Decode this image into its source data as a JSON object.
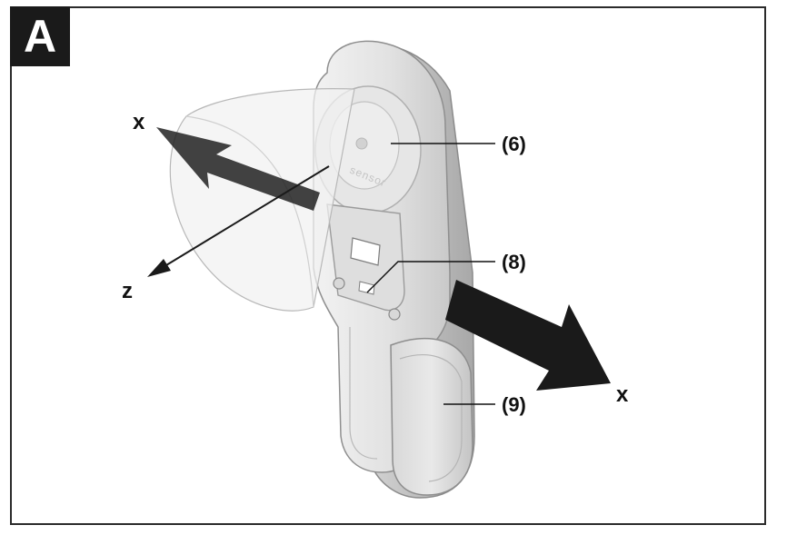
{
  "figure": {
    "panel_letter": "A",
    "device_text": "sensor"
  },
  "callouts": [
    {
      "id": "6",
      "label": "(6)"
    },
    {
      "id": "8",
      "label": "(8)"
    },
    {
      "id": "9",
      "label": "(9)"
    }
  ],
  "axes": {
    "x_upper": "x",
    "z": "z",
    "x_lower": "x"
  },
  "colors": {
    "frame": "#2b2b2b",
    "arrow": "#1a1a1a",
    "device_body": "#e4e4e4",
    "device_edge": "#9a9a9a"
  }
}
